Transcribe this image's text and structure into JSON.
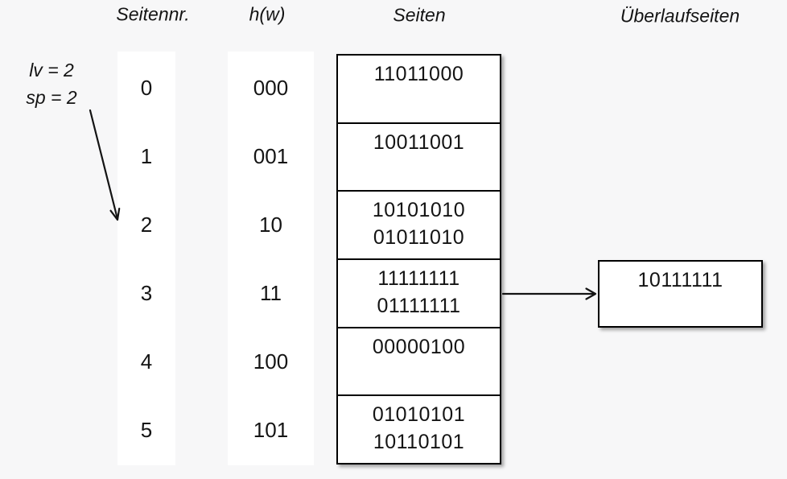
{
  "headers": {
    "page_number": "Seitennr.",
    "hash": "h(w)",
    "pages": "Seiten",
    "overflow_pages": "Überlaufseiten"
  },
  "annotation": {
    "line1": "lv = 2",
    "line2": "sp = 2"
  },
  "rows": [
    {
      "nr": "0",
      "hash": "000",
      "records": [
        "11011000"
      ]
    },
    {
      "nr": "1",
      "hash": "001",
      "records": [
        "10011001"
      ]
    },
    {
      "nr": "2",
      "hash": "10",
      "records": [
        "10101010",
        "01011010"
      ]
    },
    {
      "nr": "3",
      "hash": "11",
      "records": [
        "11111111",
        "01111111"
      ]
    },
    {
      "nr": "4",
      "hash": "100",
      "records": [
        "00000100"
      ]
    },
    {
      "nr": "5",
      "hash": "101",
      "records": [
        "01010101",
        "10110101"
      ]
    }
  ],
  "overflow": {
    "records": [
      "10111111"
    ],
    "linked_page_nr": "3"
  },
  "colors": {
    "background": "#f7f7f8",
    "box_fill": "#ffffff",
    "ink": "#141414",
    "border": "#000000"
  }
}
